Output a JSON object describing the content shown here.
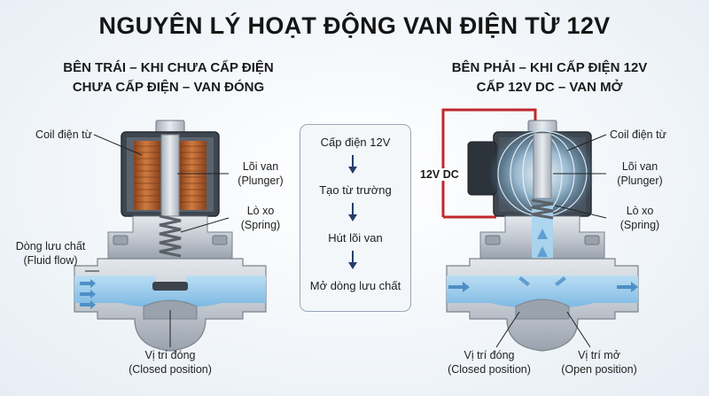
{
  "title": "NGUYÊN LÝ HOẠT ĐỘNG VAN ĐIỆN TỪ 12V",
  "left_panel": {
    "heading_line1": "BÊN TRÁI – KHI CHƯA CẤP ĐIỆN",
    "heading_line2": "CHƯA CẤP ĐIỆN – VAN ĐÓNG",
    "labels": {
      "coil": "Coil điện từ",
      "plunger_vi": "Lõi van",
      "plunger_en": "(Plunger)",
      "spring_vi": "Lò xo",
      "spring_en": "(Spring)",
      "fluid_vi": "Dòng lưu chất",
      "fluid_en": "(Fluid flow)",
      "closed_vi": "Vị trí đóng",
      "closed_en": "(Closed position)"
    }
  },
  "flow_steps": [
    "Cấp điện 12V",
    "Tạo từ trường",
    "Hút lõi van",
    "Mở dòng lưu chất"
  ],
  "right_panel": {
    "heading_line1": "BÊN PHẢI – KHI CẤP ĐIỆN 12V",
    "heading_line2": "CẤP 12V DC – VAN MỞ",
    "supply_label": "12V DC",
    "labels": {
      "coil": "Coil điện từ",
      "plunger_vi": "Lõi van",
      "plunger_en": "(Plunger)",
      "spring_vi": "Lò xo",
      "spring_en": "(Spring)",
      "closed_vi": "Vị trí đóng",
      "closed_en": "(Closed position)",
      "open_vi": "Vị trí mở",
      "open_en": "(Open position)"
    }
  },
  "colors": {
    "coil_copper": "#b8642f",
    "valve_body": "#c9ced5",
    "coil_housing": "#3e4650",
    "fluid": "#8fc6ea",
    "wire": "#c0282c",
    "arrow": "#24406a",
    "magnetic_field": "#e8f6ff"
  }
}
